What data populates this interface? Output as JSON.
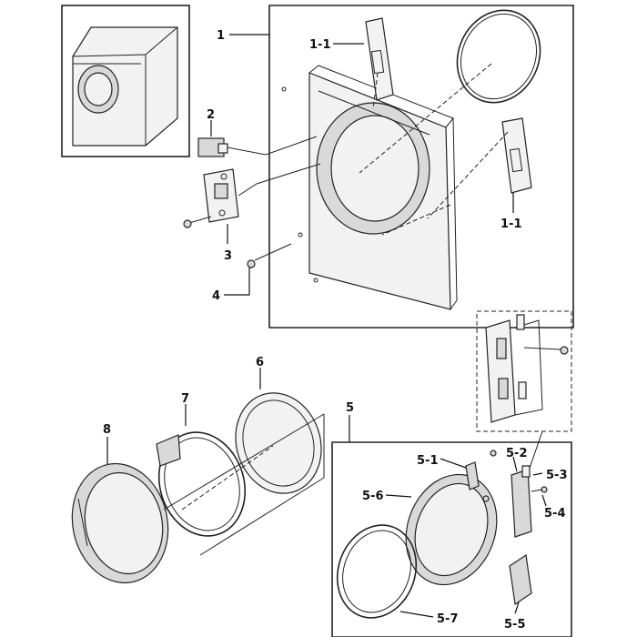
{
  "callouts": {
    "c1": "1",
    "c1_1_top": "1-1",
    "c1_1_bottom": "1-1",
    "c2": "2",
    "c3": "3",
    "c4": "4",
    "c5": "5",
    "c5_1": "5-1",
    "c5_2": "5-2",
    "c5_3": "5-3",
    "c5_4": "5-4",
    "c5_5": "5-5",
    "c5_6": "5-6",
    "c5_7": "5-7",
    "c6": "6",
    "c7": "7",
    "c8": "8"
  }
}
